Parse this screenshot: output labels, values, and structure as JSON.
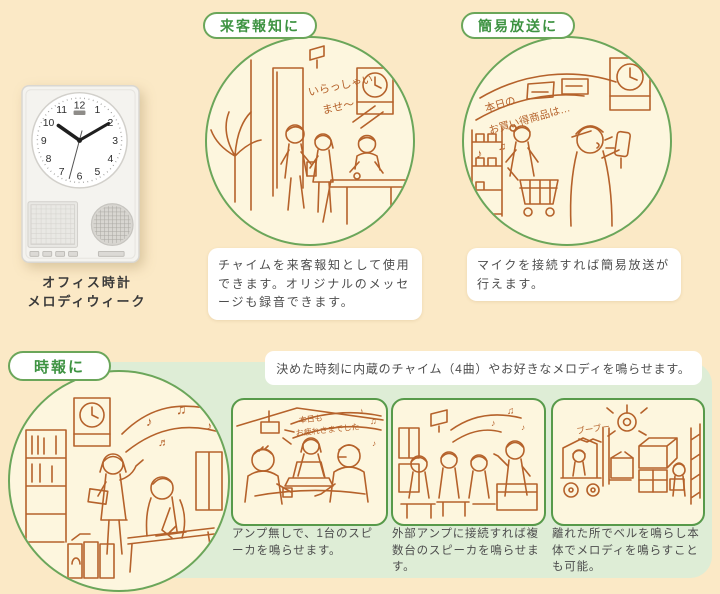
{
  "colors": {
    "background": "#FBE9C6",
    "panel_green": "#DEEDD6",
    "outline_green": "#6BA65A",
    "label_green": "#3E9342",
    "illustration_line": "#B5622B",
    "illustration_bg": "#FDF6DE",
    "caption_text": "#4D4D4D"
  },
  "glyphs": {
    "note1": "♪",
    "note2": "♫",
    "note3": "♬"
  },
  "product": {
    "label_line1": "オフィス時計",
    "label_line2": "メロディウィーク",
    "clock_numbers": [
      "12",
      "1",
      "2",
      "3",
      "4",
      "5",
      "6",
      "7",
      "8",
      "9",
      "10",
      "11"
    ]
  },
  "section_visitor": {
    "label": "来客報知に",
    "caption": "チャイムを来客報知として使用できます。オリジナルのメッセージも録音できます。",
    "speech_line1": "いらっしゃい",
    "speech_line2": "ませ〜"
  },
  "section_broadcast": {
    "label": "簡易放送に",
    "caption": "マイクを接続すれば簡易放送が行えます。",
    "speech_line1": "本日の",
    "speech_line2": "お買い得商品は…"
  },
  "section_timesignal": {
    "label": "時報に",
    "header": "決めた時刻に内蔵のチャイム（4曲）やお好きなメロディを鳴らせます。",
    "items": [
      {
        "caption": "アンプ無しで、1台のスピーカを鳴らせます。",
        "speech_line1": "本日も",
        "speech_line2": "お疲れさまでした"
      },
      {
        "caption": "外部アンプに接続すれば複数台のスピーカを鳴らせます。"
      },
      {
        "caption": "離れた所でベルを鳴らし本体でメロディを鳴らすことも可能。",
        "bell_sound": "ブーブー"
      }
    ]
  }
}
